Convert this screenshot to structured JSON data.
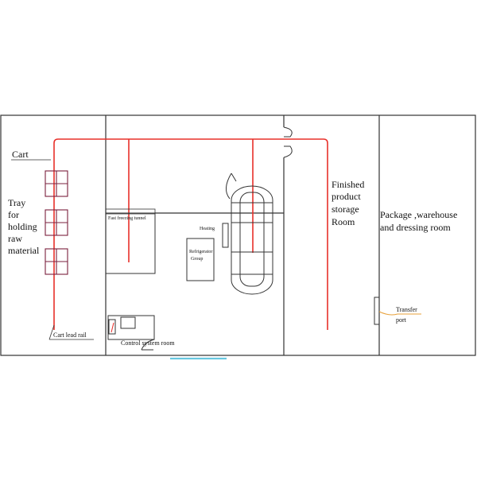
{
  "labels": {
    "cart": "Cart",
    "tray": [
      "Tray",
      "for",
      "holding",
      "raw",
      "material"
    ],
    "cart_lead_rail": "Cart lead rail",
    "fast_freezing": "Fast freezing tunnel",
    "heating": "Heating",
    "refrigerator": [
      "Refrigerator",
      "Group"
    ],
    "control_room": "Control system room",
    "finished": [
      "Finished",
      "product",
      "storage",
      "Room"
    ],
    "package": [
      "Package ,warehouse",
      "and dressing room"
    ],
    "transfer": [
      "Transfer",
      "port"
    ]
  },
  "colors": {
    "wall": "#333333",
    "rail": "#e8302a",
    "tray": "#7a1f3d",
    "door": "#67c7e0",
    "port": "#e8a13a"
  }
}
